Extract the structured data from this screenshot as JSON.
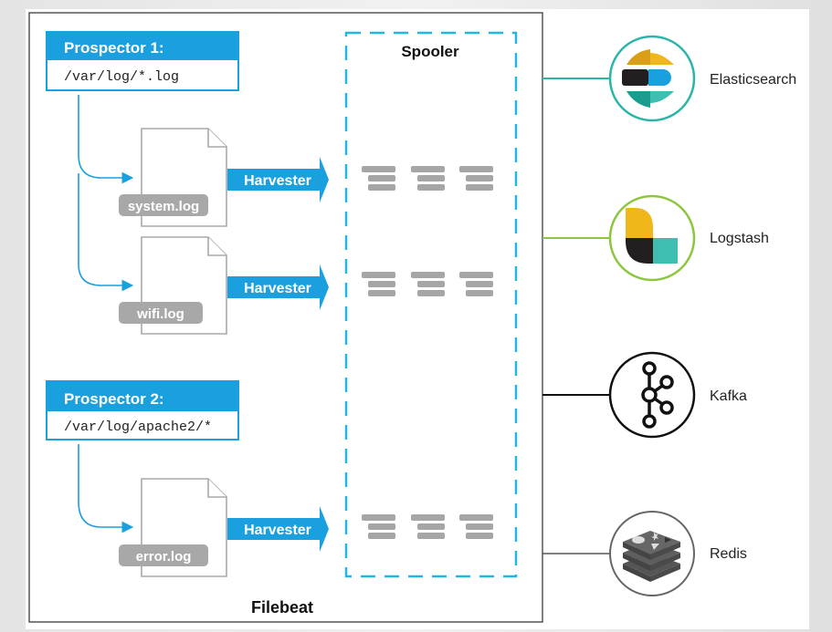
{
  "diagram": {
    "container_label": "Filebeat",
    "spooler_label": "Spooler",
    "prospectors": [
      {
        "title": "Prospector 1:",
        "path": "/var/log/*.log"
      },
      {
        "title": "Prospector 2:",
        "path": "/var/log/apache2/*"
      }
    ],
    "files": [
      {
        "name": "system.log",
        "prospector": 0
      },
      {
        "name": "wifi.log",
        "prospector": 0
      },
      {
        "name": "error.log",
        "prospector": 1
      }
    ],
    "harvester_label": "Harvester",
    "outputs": [
      {
        "name": "Elasticsearch",
        "icon": "elasticsearch-logo-icon",
        "color": "#2bb5a8"
      },
      {
        "name": "Logstash",
        "icon": "logstash-logo-icon",
        "color": "#8cc63f"
      },
      {
        "name": "Kafka",
        "icon": "kafka-logo-icon",
        "color": "#111111"
      },
      {
        "name": "Redis",
        "icon": "redis-logo-icon",
        "color": "#666666"
      }
    ],
    "colors": {
      "accent_blue": "#1ba0df",
      "spooler_dash": "#20b8e0",
      "file_gray": "#a8a8a8",
      "queue_gray": "#a6a6a6",
      "frame": "#555555"
    }
  }
}
